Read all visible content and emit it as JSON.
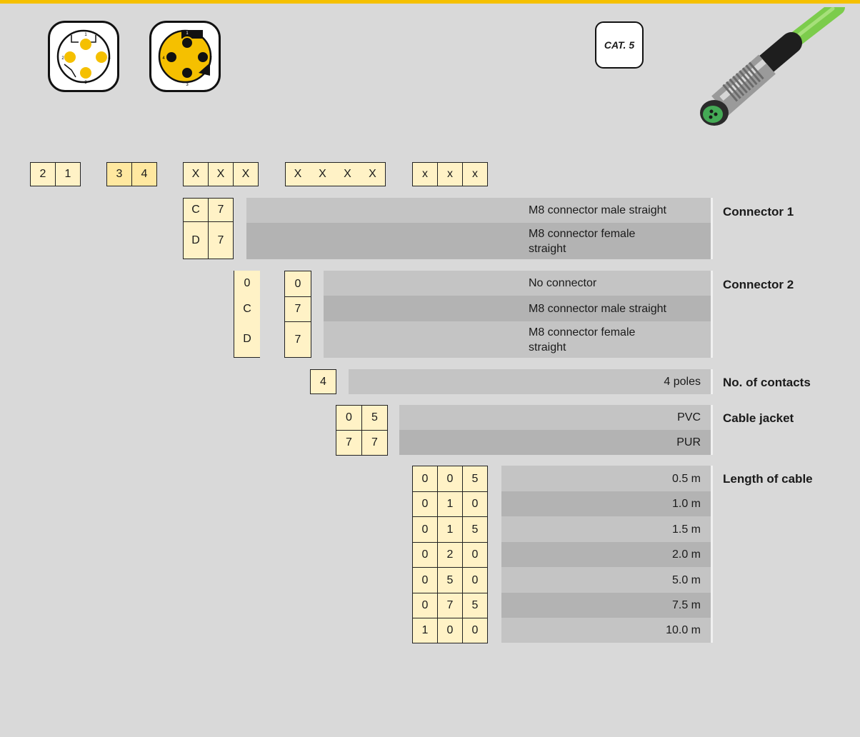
{
  "cat_label": "CAT. 5",
  "pin_icons": [
    "m8-male-4pin-icon",
    "m8-female-4pin-icon"
  ],
  "male_pins": [
    "1",
    "2",
    "3",
    "4"
  ],
  "female_pins": [
    "1",
    "2",
    "3",
    "4"
  ],
  "order_code": {
    "groups": [
      [
        "2",
        "1"
      ],
      [
        "3",
        "4"
      ],
      [
        "X",
        "X",
        "X"
      ],
      [
        "X",
        "X",
        "X",
        "X"
      ],
      [
        "x",
        "x",
        "x"
      ]
    ]
  },
  "connector1": {
    "title": "Connector 1",
    "codes": [
      [
        "C",
        "7"
      ],
      [
        "D",
        "7"
      ]
    ],
    "options": [
      "M8 connector male straight",
      "M8 connector female straight"
    ]
  },
  "connector2": {
    "title": "Connector 2",
    "codes": [
      [
        "0",
        "0"
      ],
      [
        "C",
        "7"
      ],
      [
        "D",
        "7"
      ]
    ],
    "options": [
      "No connector",
      "M8 connector male straight",
      "M8 connector female straight"
    ]
  },
  "contacts": {
    "title": "No. of contacts",
    "codes": [
      [
        "4"
      ]
    ],
    "options": [
      "4 poles"
    ]
  },
  "jacket": {
    "title": "Cable jacket",
    "codes": [
      [
        "0",
        "5"
      ],
      [
        "7",
        "7"
      ]
    ],
    "options": [
      "PVC",
      "PUR"
    ]
  },
  "length": {
    "title": "Length of cable",
    "codes": [
      [
        "0",
        "0",
        "5"
      ],
      [
        "0",
        "1",
        "0"
      ],
      [
        "0",
        "1",
        "5"
      ],
      [
        "0",
        "2",
        "0"
      ],
      [
        "0",
        "5",
        "0"
      ],
      [
        "0",
        "7",
        "5"
      ],
      [
        "1",
        "0",
        "0"
      ]
    ],
    "options": [
      "0.5 m",
      "1.0 m",
      "1.5 m",
      "2.0 m",
      "5.0 m",
      "7.5 m",
      "10.0 m"
    ]
  },
  "colors": {
    "accent": "#f5c000",
    "cell": "#fff2c6",
    "cable": "#7ccc4c"
  }
}
